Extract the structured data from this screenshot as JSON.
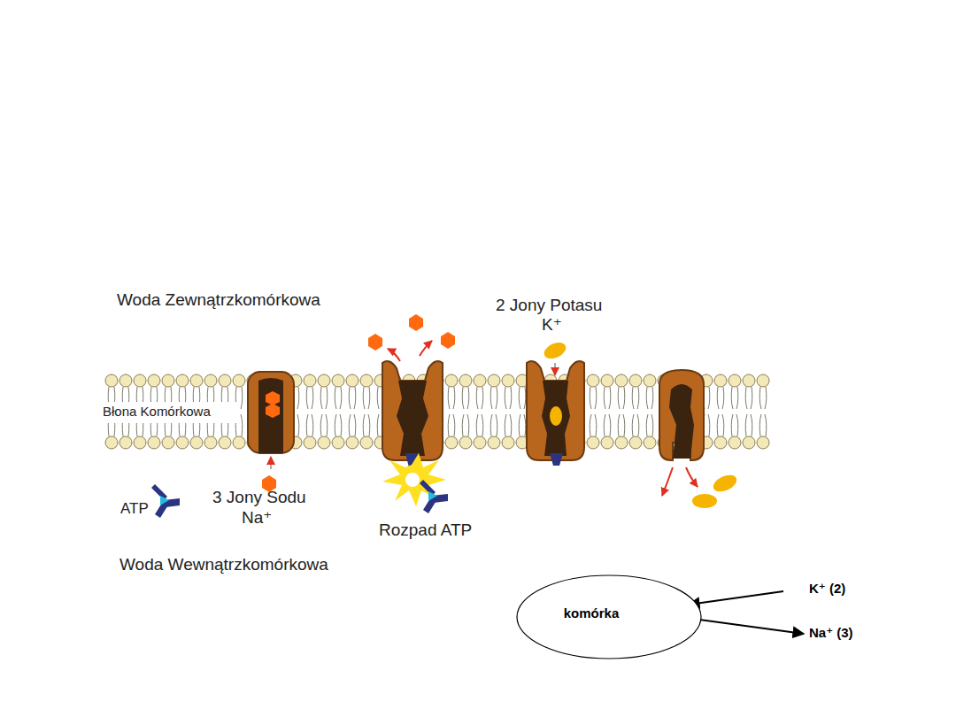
{
  "diagram": {
    "nodes": [
      {
        "text": [
          "komórka"
        ]
      }
    ],
    "labels": [
      "Woda Zewnątrzkomórkowa",
      "2 Jony Potasu",
      "K⁺",
      "Błona Komórkowa",
      "ATP",
      "3 Jony Sodu",
      "Na⁺",
      "Rozpad ATP",
      "Woda Wewnątrzkomórkowa",
      "K⁺ (2)",
      "Na⁺ (3)"
    ]
  }
}
